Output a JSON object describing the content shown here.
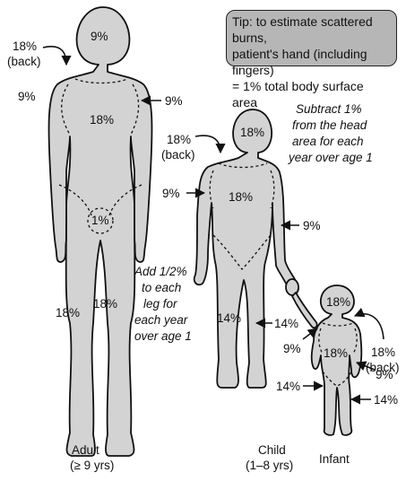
{
  "tip": {
    "line1": "Tip: to estimate scattered burns,",
    "line2": "patient's hand (including fingers)",
    "line3": "= 1% total body surface area"
  },
  "adult": {
    "head": "9%",
    "head_back": "18%",
    "head_back_sub": "(back)",
    "left_arm": "9%",
    "right_arm": "9%",
    "trunk": "18%",
    "genitals": "1%",
    "left_leg": "18%",
    "right_leg": "18%",
    "caption": "Adult",
    "caption_sub": "(≥ 9 yrs)"
  },
  "child": {
    "head": "18%",
    "head_back": "18%",
    "head_back_sub": "(back)",
    "left_arm": "9%",
    "right_arm": "9%",
    "trunk": "18%",
    "left_leg": "14%",
    "right_leg": "14%",
    "caption": "Child",
    "caption_sub": "(1–8 yrs)"
  },
  "infant": {
    "head": "18%",
    "head_back": "18%",
    "head_back_sub": "(back)",
    "left_arm": "9%",
    "right_arm": "9%",
    "trunk": "18%",
    "left_leg": "14%",
    "right_leg": "14%",
    "caption": "Infant"
  },
  "notes": {
    "head_note": [
      "Subtract 1%",
      "from the head",
      "area for each",
      "year over age 1"
    ],
    "leg_note": [
      "Add 1/2%",
      "to each",
      "leg for",
      "each year",
      "over age 1"
    ]
  }
}
